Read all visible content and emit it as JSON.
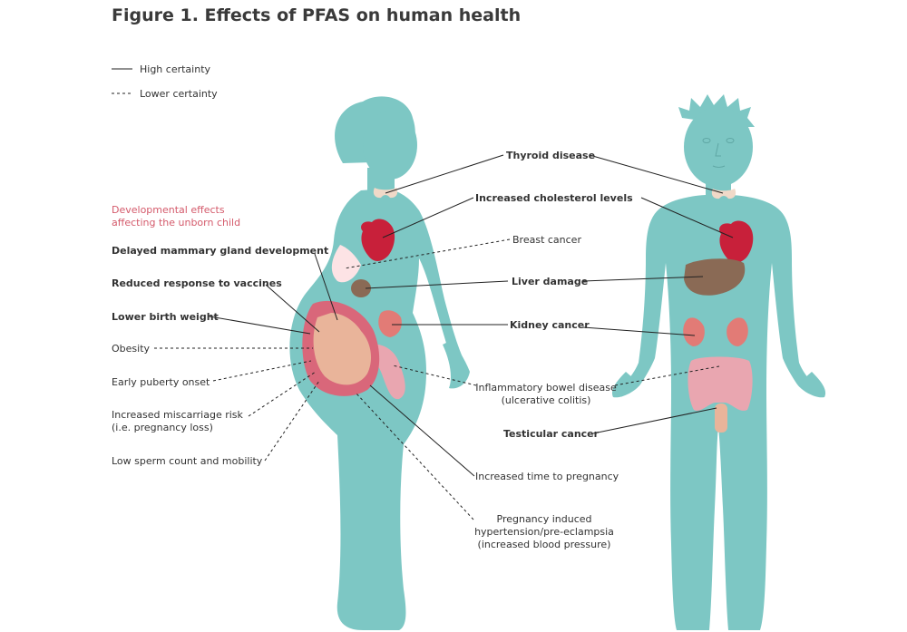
{
  "title": "Figure 1. Effects of PFAS on human health",
  "legend": {
    "high": "High certainty",
    "low": "Lower certainty"
  },
  "developmental_heading": [
    "Developmental effects",
    "affecting the unborn child"
  ],
  "labels": {
    "thyroid": "Thyroid disease",
    "cholesterol": "Increased cholesterol levels",
    "breast": "Breast cancer",
    "liver": "Liver damage",
    "kidney": "Kidney cancer",
    "ibd": [
      "Inflammatory bowel disease",
      "(ulcerative colitis)"
    ],
    "testicular": "Testicular cancer",
    "time_pregnancy": "Increased time to pregnancy",
    "hypertension": [
      "Pregnancy induced",
      "hypertension/pre-eclampsia",
      "(increased blood pressure)"
    ],
    "mammary": "Delayed mammary gland development",
    "vaccines": "Reduced response to vaccines",
    "birth_weight": "Lower birth weight",
    "obesity": "Obesity",
    "puberty": "Early puberty onset",
    "miscarriage": [
      "Increased miscarriage risk",
      "(i.e. pregnancy loss)"
    ],
    "sperm": "Low sperm count and mobility"
  },
  "colors": {
    "body": "#7dc7c4",
    "heart": "#c8203a",
    "liver": "#8a6a55",
    "kidney": "#e27b76",
    "intestine": "#e9a6b0",
    "breast": "#fde3e5",
    "uterus": "#d9677a",
    "fetus": "#e9b49a",
    "thyroid": "#f0d9c8",
    "developmental": "#d45a6b"
  }
}
